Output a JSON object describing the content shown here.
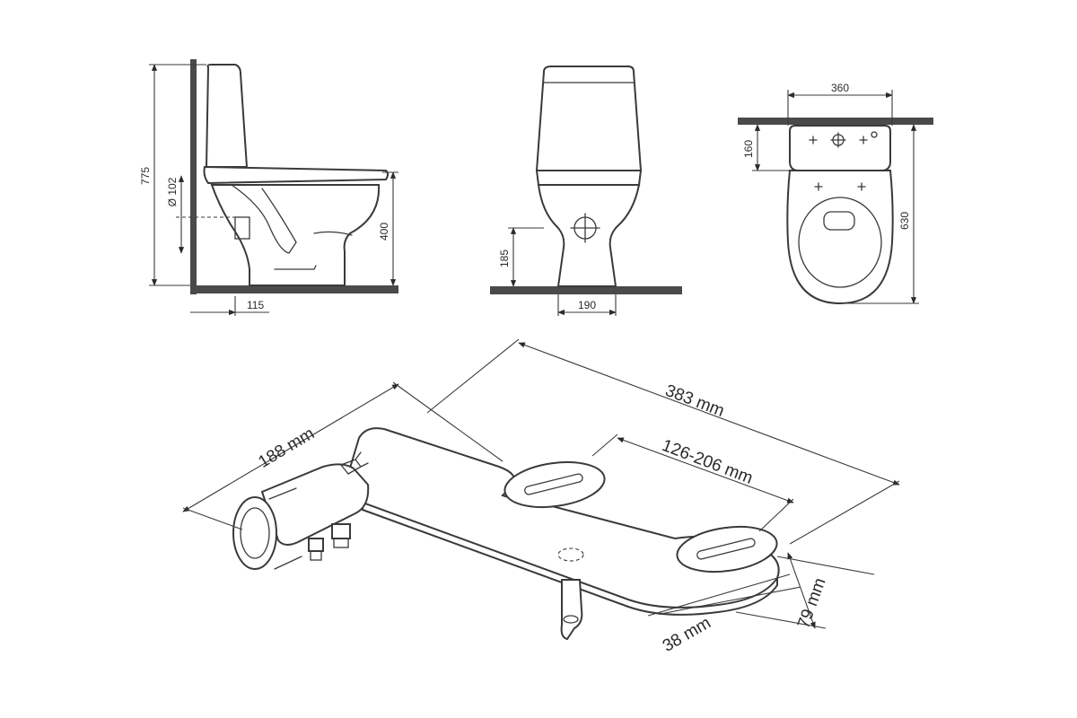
{
  "side_view": {
    "height_total": "775",
    "pipe_diameter": "Ø 102",
    "seat_height": "400",
    "wall_offset": "115"
  },
  "front_view": {
    "outlet_height": "185",
    "base_width": "190"
  },
  "top_view": {
    "tank_width": "360",
    "tank_depth": "160",
    "total_length": "630"
  },
  "bidet_attachment": {
    "overall_length": "383 mm",
    "arm_length": "188 mm",
    "mount_spacing": "126-206 mm",
    "plate_width": "79 mm",
    "thickness": "38 mm"
  }
}
